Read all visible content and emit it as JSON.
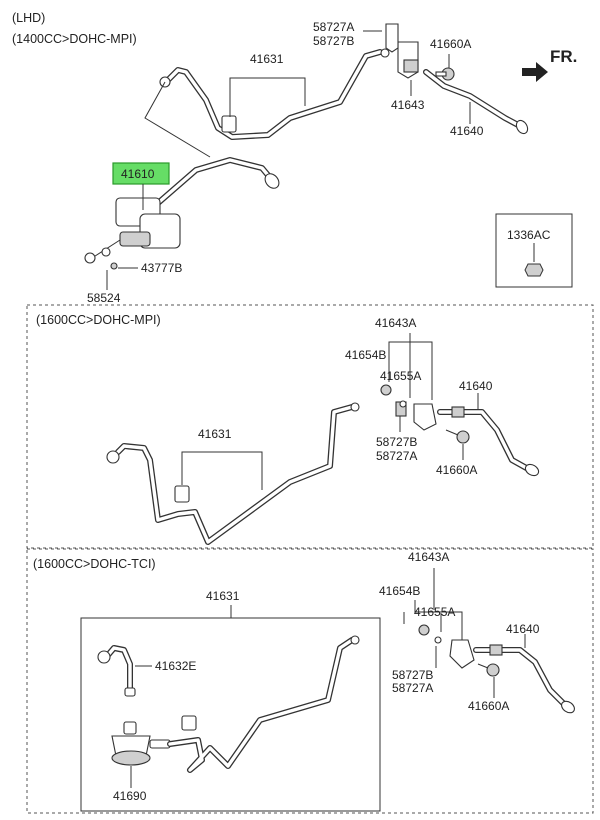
{
  "section_lhd": {
    "line1": "(LHD)",
    "line2": "(1400CC>DOHC-MPI)",
    "labels": {
      "p58727a": "58727A",
      "p58727b": "58727B",
      "p41660a": "41660A",
      "fr": "FR.",
      "p41631": "41631",
      "p41643": "41643",
      "p41640": "41640",
      "p41610": "41610",
      "p43777b": "43777B",
      "p58524": "58524",
      "p1336ac": "1336AC"
    },
    "highlight_color": "#66dd66"
  },
  "section_mpi": {
    "title": "(1600CC>DOHC-MPI)",
    "labels": {
      "p41643a": "41643A",
      "p41654b": "41654B",
      "p41655a": "41655A",
      "p41640": "41640",
      "p41631": "41631",
      "p58727b": "58727B",
      "p58727a": "58727A",
      "p41660a": "41660A"
    }
  },
  "section_tci": {
    "title": "(1600CC>DOHC-TCI)",
    "labels": {
      "p41643a": "41643A",
      "p41631": "41631",
      "p41654b": "41654B",
      "p41655a": "41655A",
      "p41640": "41640",
      "p41632e": "41632E",
      "p58727b": "58727B",
      "p58727a": "58727A",
      "p41660a": "41660A",
      "p41690": "41690"
    }
  }
}
